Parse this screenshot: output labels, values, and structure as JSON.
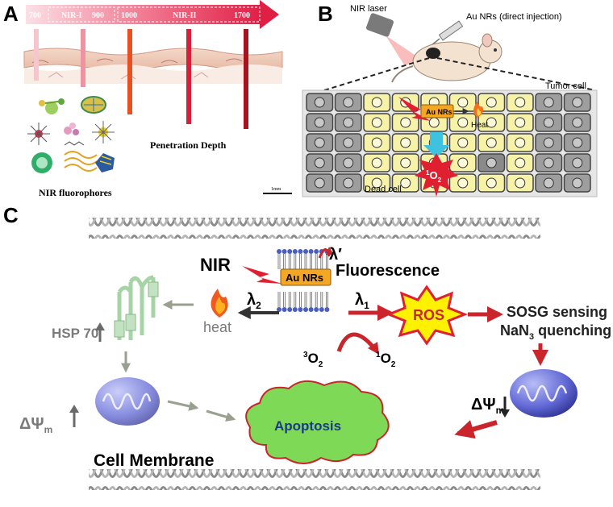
{
  "panels": {
    "a": {
      "letter": "A",
      "spectrum": {
        "t700": "700",
        "nir1": "NIR-I",
        "t900": "900",
        "t1000": "1000",
        "nir2": "NIR-II",
        "t1700": "1700"
      },
      "penetration_label": "Penetration Depth",
      "fluorophores_label": "NIR fluorophores",
      "scale_label": "1mm"
    },
    "b": {
      "letter": "B",
      "laser_label": "NIR laser",
      "injection_label": "Au NRs (direct injection)",
      "tumor_cell_label": "Tumor cell",
      "au_nrs_label": "Au NRs",
      "heat_label": "Heat",
      "singlet_o2_sup": "1",
      "singlet_o2_base": "O",
      "singlet_o2_sub": "2",
      "dead_cell_label": "Dead cell"
    },
    "c": {
      "letter": "C",
      "nir_label": "NIR",
      "lambda_prime": "λ′",
      "fluorescence_label": "Fluorescence",
      "au_nrs_label": "Au NRs",
      "lambda1_base": "λ",
      "lambda1_sub": "1",
      "lambda2_base": "λ",
      "lambda2_sub": "2",
      "heat_label": "heat",
      "ros_label": "ROS",
      "sosg_label": "SOSG sensing",
      "nan3_label_pre": "NaN",
      "nan3_label_sub": "3",
      "nan3_label_post": " quenching",
      "triplet_o2_sup": "3",
      "triplet_o2_base": "O",
      "triplet_o2_sub": "2",
      "singlet_o2_sup": "1",
      "singlet_o2_base": "O",
      "singlet_o2_sub": "2",
      "hsp_label": "HSP 70",
      "delta_psi_left_base": "ΔΨ",
      "delta_psi_left_sub": "m",
      "delta_psi_right_base": "ΔΨ",
      "delta_psi_right_sub": "m",
      "apoptosis_label": "Apoptosis",
      "cell_membrane_label": "Cell Membrane"
    }
  },
  "colors": {
    "spectrum_dark": "#e8274a",
    "spectrum_light": "#fbe0e6",
    "au_nrs": "#f5a623",
    "ros": "#fff200",
    "apoptosis": "#7ed957",
    "mito": "#3b3fa8",
    "arrow_red": "#c9252b",
    "arrow_gray": "#9aa08f",
    "cell_gray": "#9e9e9e",
    "cell_yellow": "#f6f2a8"
  }
}
